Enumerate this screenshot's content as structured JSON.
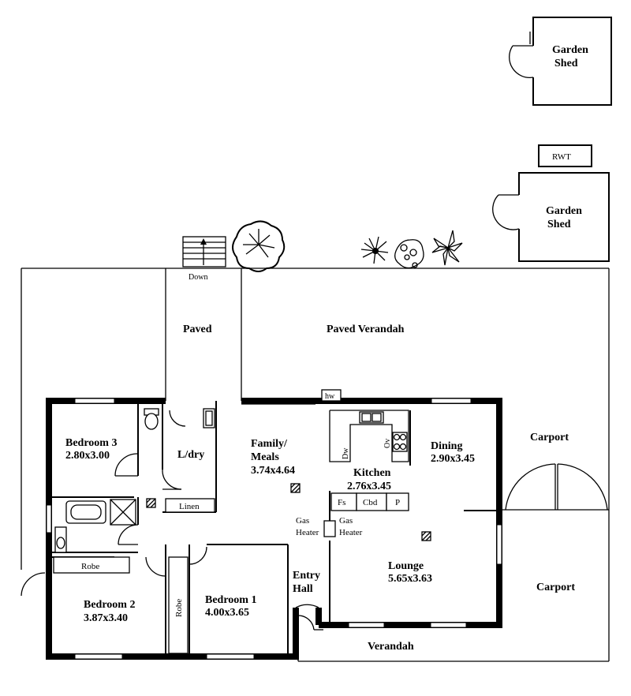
{
  "rooms": {
    "bedroom3": {
      "name": "Bedroom 3",
      "size": "2.80x3.00"
    },
    "bedroom2": {
      "name": "Bedroom 2",
      "size": "3.87x3.40"
    },
    "bedroom1": {
      "name": "Bedroom 1",
      "size": "4.00x3.65"
    },
    "family": {
      "name1": "Family/",
      "name2": "Meals",
      "size": "3.74x4.64"
    },
    "kitchen": {
      "name": "Kitchen",
      "size": "2.76x3.45"
    },
    "dining": {
      "name": "Dining",
      "size": "2.90x3.45"
    },
    "lounge": {
      "name": "Lounge",
      "size": "5.65x3.63"
    },
    "ldry": {
      "name": "L/dry"
    },
    "entry": {
      "name1": "Entry",
      "name2": "Hall"
    }
  },
  "outdoor": {
    "garden_shed_1": {
      "line1": "Garden",
      "line2": "Shed"
    },
    "garden_shed_2": {
      "line1": "Garden",
      "line2": "Shed"
    },
    "rwt": "RWT",
    "paved": "Paved",
    "paved_verandah": "Paved Verandah",
    "verandah": "Verandah",
    "carport_top": "Carport",
    "carport_bottom": "Carport",
    "steps_label": "Down"
  },
  "fixtures": {
    "linen": "Linen",
    "robe_b2": "Robe",
    "robe_b1": "Robe",
    "gas_heater_left_1": "Gas",
    "gas_heater_left_2": "Heater",
    "gas_heater_right_1": "Gas",
    "gas_heater_right_2": "Heater",
    "fs": "Fs",
    "cbd": "Cbd",
    "p": "P",
    "hw": "hw",
    "dw": "Dw",
    "ov": "Ov"
  }
}
